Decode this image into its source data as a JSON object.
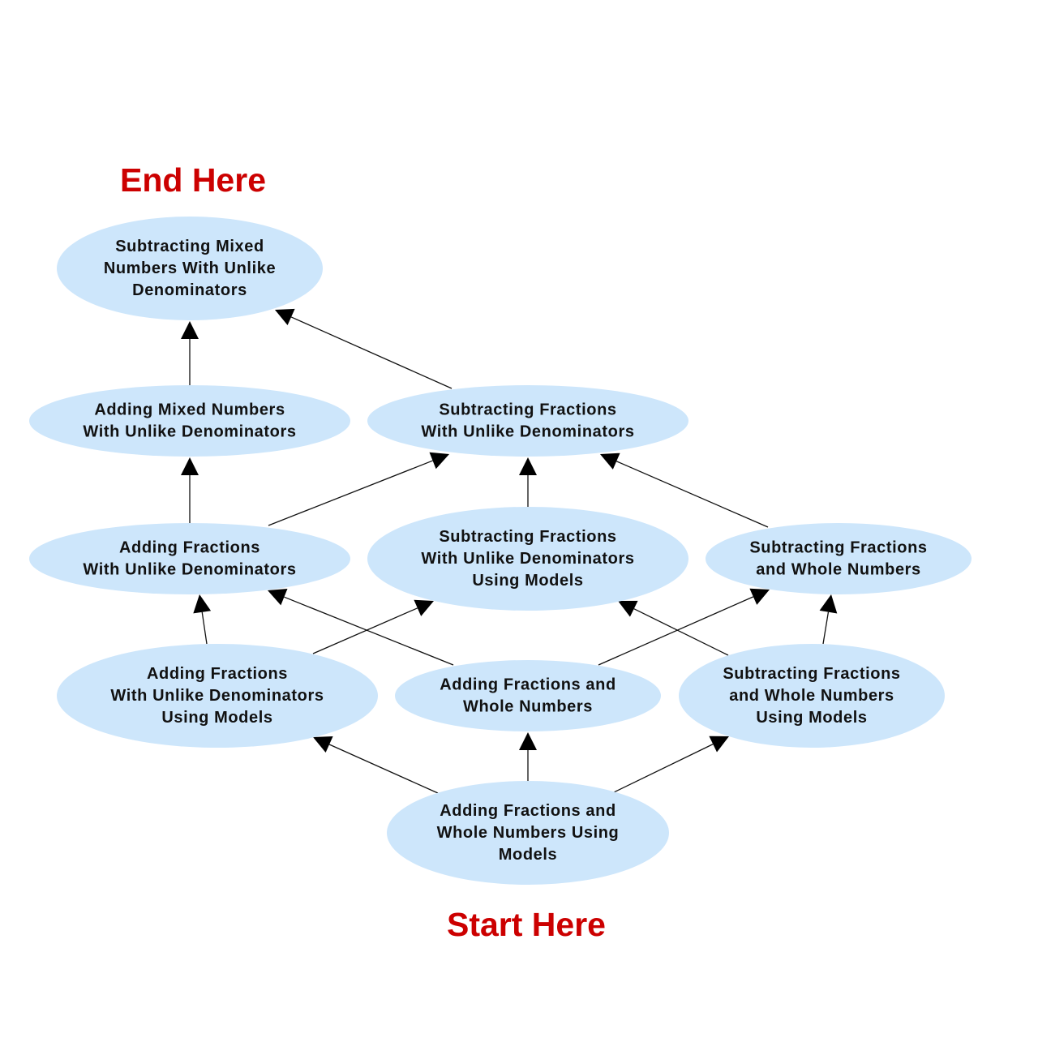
{
  "labels": {
    "end": "End Here",
    "start": "Start Here"
  },
  "colors": {
    "node_fill": "#cde6fb",
    "label_red": "#cc0000",
    "edge": "#111111"
  },
  "nodes": [
    {
      "id": "n1",
      "lines": [
        "Subtracting Mixed",
        "Numbers With Unlike",
        "Denominators"
      ]
    },
    {
      "id": "n2",
      "lines": [
        "Adding Mixed Numbers",
        "With Unlike Denominators"
      ]
    },
    {
      "id": "n3",
      "lines": [
        "Subtracting Fractions",
        "With Unlike Denominators"
      ]
    },
    {
      "id": "n4",
      "lines": [
        "Adding Fractions",
        "With Unlike Denominators"
      ]
    },
    {
      "id": "n5",
      "lines": [
        "Subtracting Fractions",
        "With Unlike Denominators",
        "Using Models"
      ]
    },
    {
      "id": "n6",
      "lines": [
        "Subtracting Fractions",
        "and Whole Numbers"
      ]
    },
    {
      "id": "n7",
      "lines": [
        "Adding Fractions",
        "With Unlike Denominators",
        "Using Models"
      ]
    },
    {
      "id": "n8",
      "lines": [
        "Adding Fractions and",
        "Whole Numbers"
      ]
    },
    {
      "id": "n9",
      "lines": [
        "Subtracting Fractions",
        "and Whole Numbers",
        "Using Models"
      ]
    },
    {
      "id": "n10",
      "lines": [
        "Adding Fractions and",
        "Whole Numbers Using",
        "Models"
      ]
    }
  ],
  "edges": [
    {
      "from": "n2",
      "to": "n1"
    },
    {
      "from": "n3",
      "to": "n1"
    },
    {
      "from": "n4",
      "to": "n2"
    },
    {
      "from": "n4",
      "to": "n3"
    },
    {
      "from": "n5",
      "to": "n3"
    },
    {
      "from": "n6",
      "to": "n3"
    },
    {
      "from": "n7",
      "to": "n4"
    },
    {
      "from": "n8",
      "to": "n4"
    },
    {
      "from": "n7",
      "to": "n5"
    },
    {
      "from": "n9",
      "to": "n5"
    },
    {
      "from": "n8",
      "to": "n6"
    },
    {
      "from": "n9",
      "to": "n6"
    },
    {
      "from": "n10",
      "to": "n7"
    },
    {
      "from": "n10",
      "to": "n8"
    },
    {
      "from": "n10",
      "to": "n9"
    }
  ]
}
